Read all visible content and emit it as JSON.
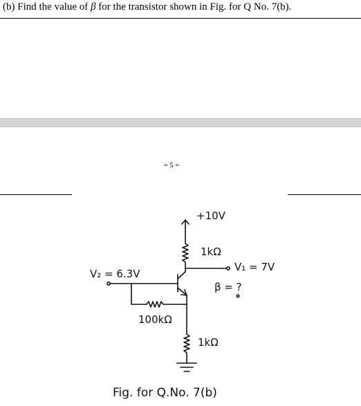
{
  "question": {
    "prefix": "(b) Find the value of ",
    "symbol": "β",
    "suffix": " for the transistor shown in Fig. for Q No. 7(b)."
  },
  "page_number": "= 5 =",
  "circuit": {
    "supply": "+10V",
    "collector_resistor": "1kΩ",
    "collector_voltage": "V₁ = 7V",
    "beta": "β = ?",
    "base_voltage": "V₂ = 6.3V",
    "base_resistor": "100kΩ",
    "emitter_resistor": "1kΩ",
    "caption": "Fig. for Q.No. 7(b)"
  }
}
